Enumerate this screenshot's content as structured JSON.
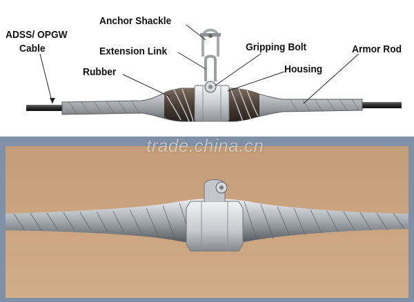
{
  "diagram": {
    "labels": {
      "cable_line1": "ADSS/ OPGW",
      "cable_line2": "Cable",
      "anchor_shackle": "Anchor Shackle",
      "extension_link": "Extension Link",
      "gripping_bolt": "Gripping Bolt",
      "armor_rod": "Armor Rod",
      "rubber": "Rubber",
      "housing": "Housing"
    },
    "watermark": "trade.china.cn",
    "colors": {
      "panel_background": "#c9a47e",
      "panel_border": "#7a8aa0",
      "rod_metal": "#9aa0a6",
      "cable": "#3a3a3a",
      "housing": "#cfd3d6"
    }
  }
}
